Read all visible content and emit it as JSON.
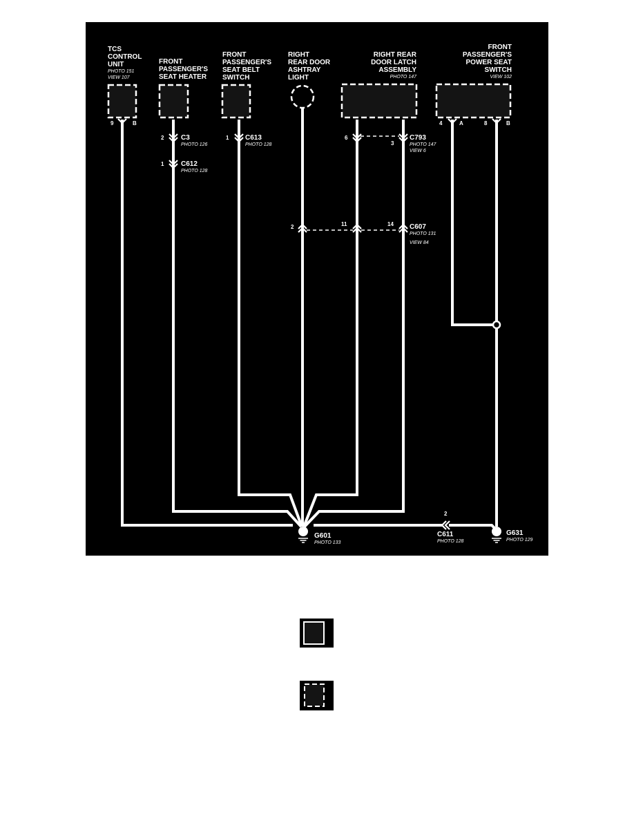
{
  "components": {
    "tcs": {
      "lines": [
        "TCS",
        "CONTROL",
        "UNIT"
      ],
      "refs": [
        "PHOTO 151",
        "VIEW 107"
      ],
      "pin_left": "9",
      "pin_right": "B"
    },
    "seat_heater": {
      "lines": [
        "FRONT",
        "PASSENGER'S",
        "SEAT HEATER"
      ]
    },
    "seat_belt": {
      "lines": [
        "FRONT",
        "PASSENGER'S",
        "SEAT BELT",
        "SWITCH"
      ]
    },
    "ashtray": {
      "lines": [
        "RIGHT",
        "REAR DOOR",
        "ASHTRAY",
        "LIGHT"
      ]
    },
    "latch": {
      "lines": [
        "RIGHT REAR",
        "DOOR LATCH",
        "ASSEMBLY"
      ],
      "ref": "PHOTO 147"
    },
    "power_seat": {
      "lines": [
        "FRONT",
        "PASSENGER'S",
        "POWER SEAT",
        "SWITCH"
      ],
      "ref": "VIEW 102",
      "pins": [
        "4",
        "A",
        "8",
        "B"
      ]
    }
  },
  "connectors": {
    "c3": {
      "name": "C3",
      "pin": "2",
      "ref": "PHOTO 126"
    },
    "c612": {
      "name": "C612",
      "pin": "1",
      "ref": "PHOTO 128"
    },
    "c613": {
      "name": "C613",
      "pin": "1",
      "ref": "PHOTO 128"
    },
    "c793": {
      "name": "C793",
      "pin_left": "6",
      "pin_right": "3",
      "refs": [
        "PHOTO 147",
        "VIEW 6"
      ]
    },
    "c607": {
      "name": "C607",
      "pins": [
        "2",
        "11",
        "14"
      ],
      "refs": [
        "PHOTO 131",
        "VIEW 84"
      ]
    },
    "c611": {
      "name": "C611",
      "pin": "2",
      "ref": "PHOTO 128"
    }
  },
  "grounds": {
    "g601": {
      "name": "G601",
      "ref": "PHOTO 133"
    },
    "g631": {
      "name": "G631",
      "ref": "PHOTO 129"
    }
  },
  "legend": [
    {
      "id": "solid-box-symbol"
    },
    {
      "id": "dashed-box-symbol"
    }
  ],
  "colors": {
    "background": "#000000",
    "wire": "#ffffff",
    "page": "#ffffff"
  }
}
